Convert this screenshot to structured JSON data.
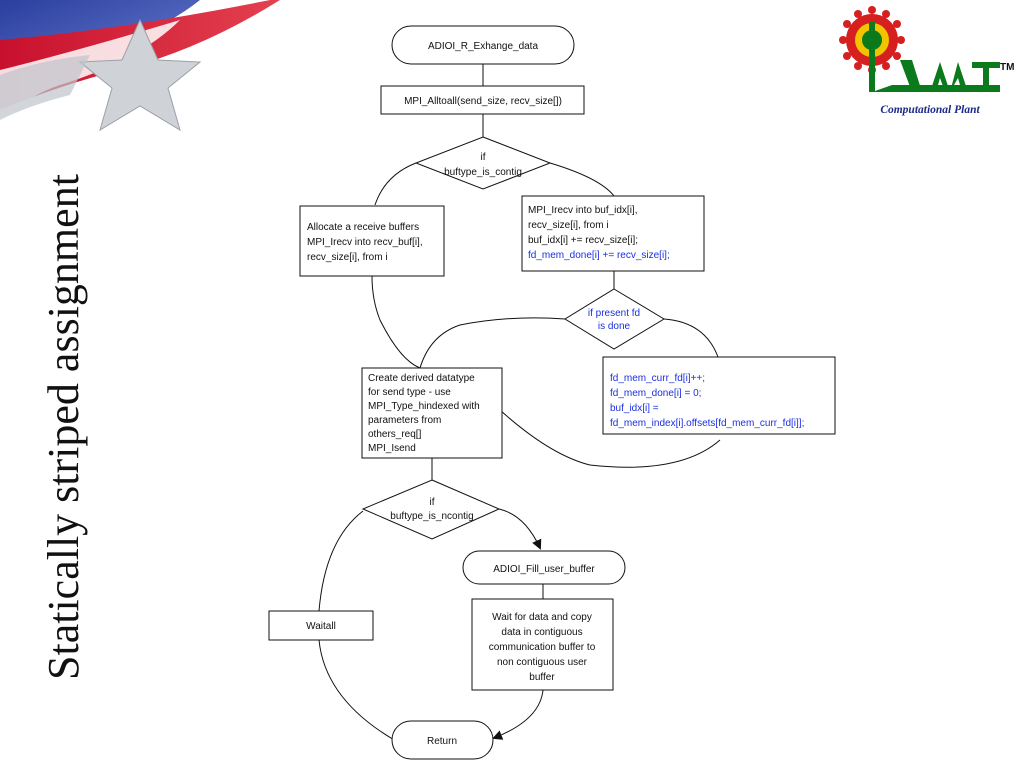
{
  "slide_title": "Statically striped assignment",
  "logo": {
    "text": "Computational Plant",
    "tm": "TM",
    "colors": {
      "red": "#d61f1f",
      "green": "#0a7a1c",
      "yellow": "#f2c400",
      "blue": "#1b2a8a"
    }
  },
  "flowchart": {
    "start": "ADIOI_R_Exhange_data",
    "alltoall": "MPI_Alltoall(send_size, recv_size[])",
    "decision1": [
      "if",
      "buftype_is_contig"
    ],
    "left_box": [
      "Allocate a receive buffers",
      "MPI_Irecv into recv_buf[i],",
      "recv_size[i], from i"
    ],
    "right_box": [
      "MPI_Irecv into buf_idx[i],",
      "recv_size[i], from i",
      "buf_idx[i] += recv_size[i];"
    ],
    "right_box_blue": "fd_mem_done[i] += recv_size[i];",
    "decision2": [
      "if present fd",
      "is done"
    ],
    "fd_box": [
      "fd_mem_curr_fd[i]++;",
      "fd_mem_done[i] = 0;",
      "buf_idx[i] =",
      "fd_mem_index[i].offsets[fd_mem_curr_fd[i]];"
    ],
    "derived_box": [
      "Create derived datatype",
      "for send type - use",
      "MPI_Type_hindexed with",
      "parameters from",
      "others_req[]",
      "MPI_Isend"
    ],
    "decision3": [
      "if",
      "buftype_is_ncontig"
    ],
    "fill": "ADIOI_Fill_user_buffer",
    "waitall": "Waitall",
    "wait_box": [
      "Wait for data and copy",
      "data in contiguous",
      "communication buffer to",
      "non contiguous user",
      "buffer"
    ],
    "return": "Return"
  }
}
